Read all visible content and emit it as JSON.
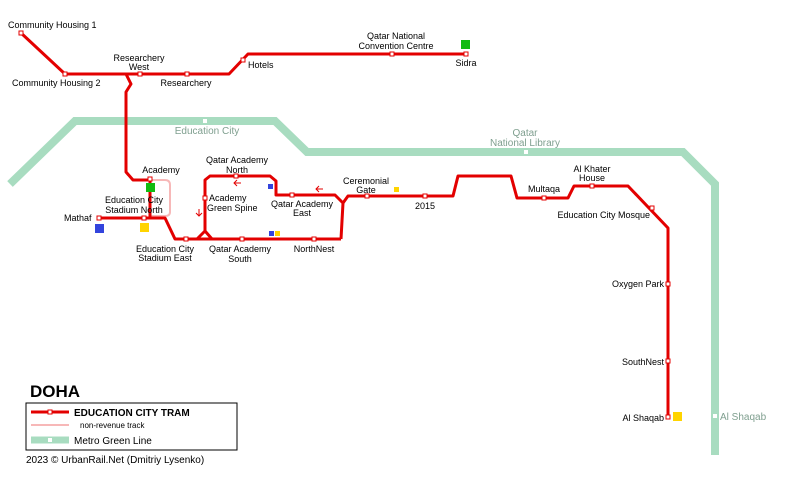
{
  "title": "DOHA",
  "colors": {
    "tram": "#e30000",
    "nonrevenue": "#f7b8b8",
    "green_line": "#a8dcc0",
    "green_label": "#7f9f8f",
    "square_green": "#11bb11",
    "square_yellow": "#ffd400",
    "square_blue": "#3344dd"
  },
  "tram_stations": {
    "community_housing_1": "Community Housing 1",
    "community_housing_2": "Community Housing 2",
    "researchery_west_1": "Researchery",
    "researchery_west_2": "West",
    "researchery": "Researchery",
    "hotels": "Hotels",
    "qncc_1": "Qatar National",
    "qncc_2": "Convention Centre",
    "sidra": "Sidra",
    "academy": "Academy",
    "ecsn_1": "Education City",
    "ecsn_2": "Stadium North",
    "mathaf": "Mathaf",
    "ecse_1": "Education City",
    "ecse_2": "Stadium East",
    "qan_1": "Qatar Academy",
    "qan_2": "North",
    "agreen_1": "Academy",
    "agreen_2": "Green Spine",
    "qae_1": "Qatar Academy",
    "qae_2": "East",
    "qas_1": "Qatar Academy",
    "qas_2": "South",
    "northnest": "NorthNest",
    "ceremonial_1": "Ceremonial",
    "ceremonial_2": "Gate",
    "s2015": "2015",
    "multaqa": "Multaqa",
    "alkhater_1": "Al Khater",
    "alkhater_2": "House",
    "ecmosque": "Education City Mosque",
    "oxygen": "Oxygen Park",
    "southnest": "SouthNest",
    "alshaqab": "Al Shaqab"
  },
  "green_line_stations": {
    "education_city": "Education City",
    "qnl_1": "Qatar",
    "qnl_2": "National Library",
    "al_shaqab": "Al Shaqab"
  },
  "legend": {
    "tram": "EDUCATION CITY TRAM",
    "nonrevenue": "non-revenue track",
    "green": "Metro  Green Line"
  },
  "copyright": "2023 © UrbanRail.Net (Dmitriy Lysenko)",
  "icons": {
    "direction_arrow": "arrow-left-icon",
    "direction_arrow_down": "arrow-down-icon",
    "interchange_square": "square-icon"
  }
}
